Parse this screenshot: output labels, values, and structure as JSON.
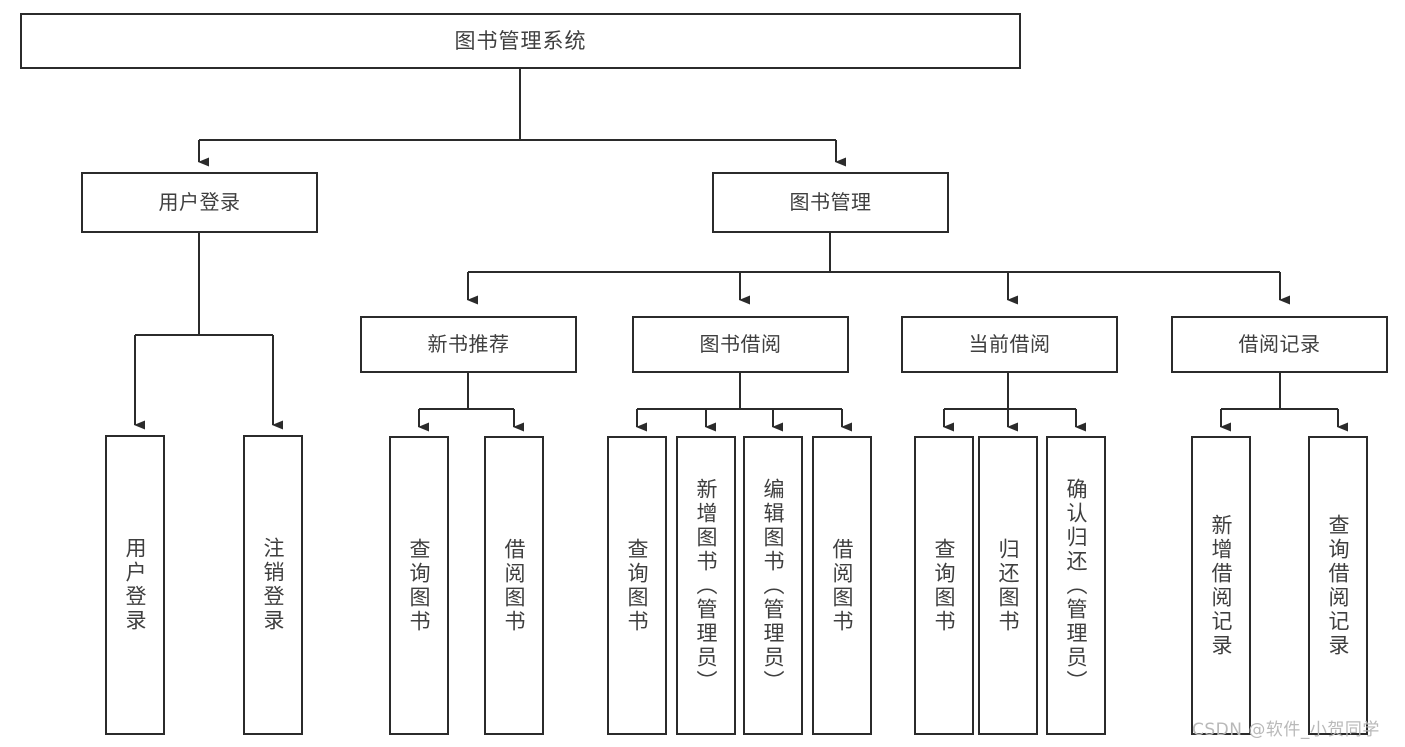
{
  "diagram": {
    "title": "图书管理系统",
    "watermark": "CSDN @软件_小贺同学",
    "colors": {
      "stroke": "#2b2b2b",
      "text": "#3f3f3f",
      "background": "#ffffff",
      "watermark": "#b9b9b9"
    },
    "root": {
      "label": "图书管理系统"
    },
    "level1": [
      {
        "label": "用户登录"
      },
      {
        "label": "图书管理"
      }
    ],
    "level2": [
      {
        "label": "新书推荐"
      },
      {
        "label": "图书借阅"
      },
      {
        "label": "当前借阅"
      },
      {
        "label": "借阅记录"
      }
    ],
    "leaves": {
      "user_login": [
        {
          "label": "用户登录"
        },
        {
          "label": "注销登录"
        }
      ],
      "new_book_recommend": [
        {
          "label": "查询图书"
        },
        {
          "label": "借阅图书"
        }
      ],
      "book_borrow": [
        {
          "label": "查询图书"
        },
        {
          "label": "新增图书（管理员）"
        },
        {
          "label": "编辑图书（管理员）"
        },
        {
          "label": "借阅图书"
        }
      ],
      "current_borrow": [
        {
          "label": "查询图书"
        },
        {
          "label": "归还图书"
        },
        {
          "label": "确认归还（管理员）"
        }
      ],
      "borrow_record": [
        {
          "label": "新增借阅记录"
        },
        {
          "label": "查询借阅记录"
        }
      ]
    }
  }
}
